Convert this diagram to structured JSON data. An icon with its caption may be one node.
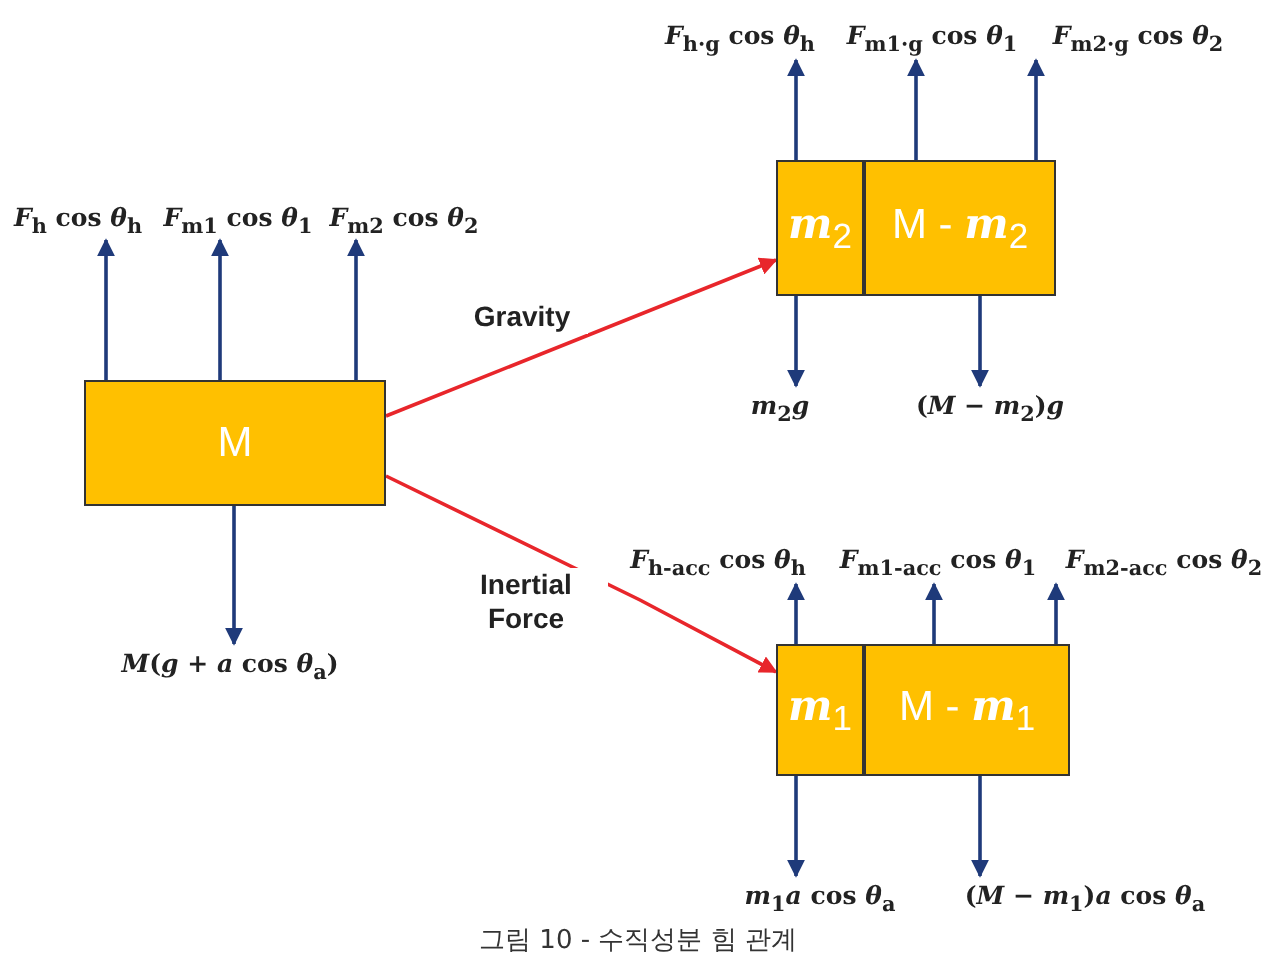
{
  "diagram": {
    "caption": "그림 10 - 수직성분 힘 관계",
    "nodes": [
      {
        "text": [
          "M"
        ]
      },
      {
        "text": [
          "*F*$_{h}$ cos *θ*$_{h}$"
        ]
      },
      {
        "text": [
          "*F*$_{m1}$ cos *θ*$_{1}$"
        ]
      },
      {
        "text": [
          "*F*$_{m2}$ cos *θ*$_{2}$"
        ]
      },
      {
        "text": [
          "*M*(*g* + *a* cos *θ*$_{a}$)"
        ]
      },
      {
        "text": [
          "*m*$_{2}$"
        ]
      },
      {
        "text": [
          "M - *m*$_{2}$"
        ]
      },
      {
        "text": [
          "*F*$_{h·g}$ cos *θ*$_{h}$"
        ]
      },
      {
        "text": [
          "*F*$_{m1·g}$ cos *θ*$_{1}$"
        ]
      },
      {
        "text": [
          "*F*$_{m2·g}$ cos *θ*$_{2}$"
        ]
      },
      {
        "text": [
          "*m*$_{2}$*g*"
        ]
      },
      {
        "text": [
          "(*M* − *m*$_{2}$)*g*"
        ]
      },
      {
        "text": [
          "*m*$_{1}$"
        ]
      },
      {
        "text": [
          "M - *m*$_{1}$"
        ]
      },
      {
        "text": [
          "*F*$_{h-acc}$ cos *θ*$_{h}$"
        ]
      },
      {
        "text": [
          "*F*$_{m1-acc}$ cos *θ*$_{1}$"
        ]
      },
      {
        "text": [
          "*F*$_{m2-acc}$ cos *θ*$_{2}$"
        ]
      },
      {
        "text": [
          "*m*$_{1}$*a* cos *θ*$_{a}$"
        ]
      },
      {
        "text": [
          "(*M* − *m*$_{1}$)*a* cos *θ*$_{a}$"
        ]
      }
    ],
    "edges": [
      {
        "from": 0,
        "to": 1,
        "arrow": "to"
      },
      {
        "from": 0,
        "to": 2,
        "arrow": "to"
      },
      {
        "from": 0,
        "to": 3,
        "arrow": "to"
      },
      {
        "from": 0,
        "to": 4,
        "arrow": "to"
      },
      {
        "from": 0,
        "to": 5,
        "arrow": "to",
        "label": "Gravity",
        "color": "#e8262b"
      },
      {
        "from": 0,
        "to": 12,
        "arrow": "to",
        "label": "Inertial Force",
        "color": "#e8262b"
      },
      {
        "from": 5,
        "to": 7,
        "arrow": "to"
      },
      {
        "from": 6,
        "to": 8,
        "arrow": "to"
      },
      {
        "from": 6,
        "to": 9,
        "arrow": "to"
      },
      {
        "from": 5,
        "to": 10,
        "arrow": "to"
      },
      {
        "from": 6,
        "to": 11,
        "arrow": "to"
      },
      {
        "from": 12,
        "to": 14,
        "arrow": "to"
      },
      {
        "from": 13,
        "to": 15,
        "arrow": "to"
      },
      {
        "from": 13,
        "to": 16,
        "arrow": "to"
      },
      {
        "from": 12,
        "to": 17,
        "arrow": "to"
      },
      {
        "from": 13,
        "to": 18,
        "arrow": "to"
      }
    ]
  }
}
